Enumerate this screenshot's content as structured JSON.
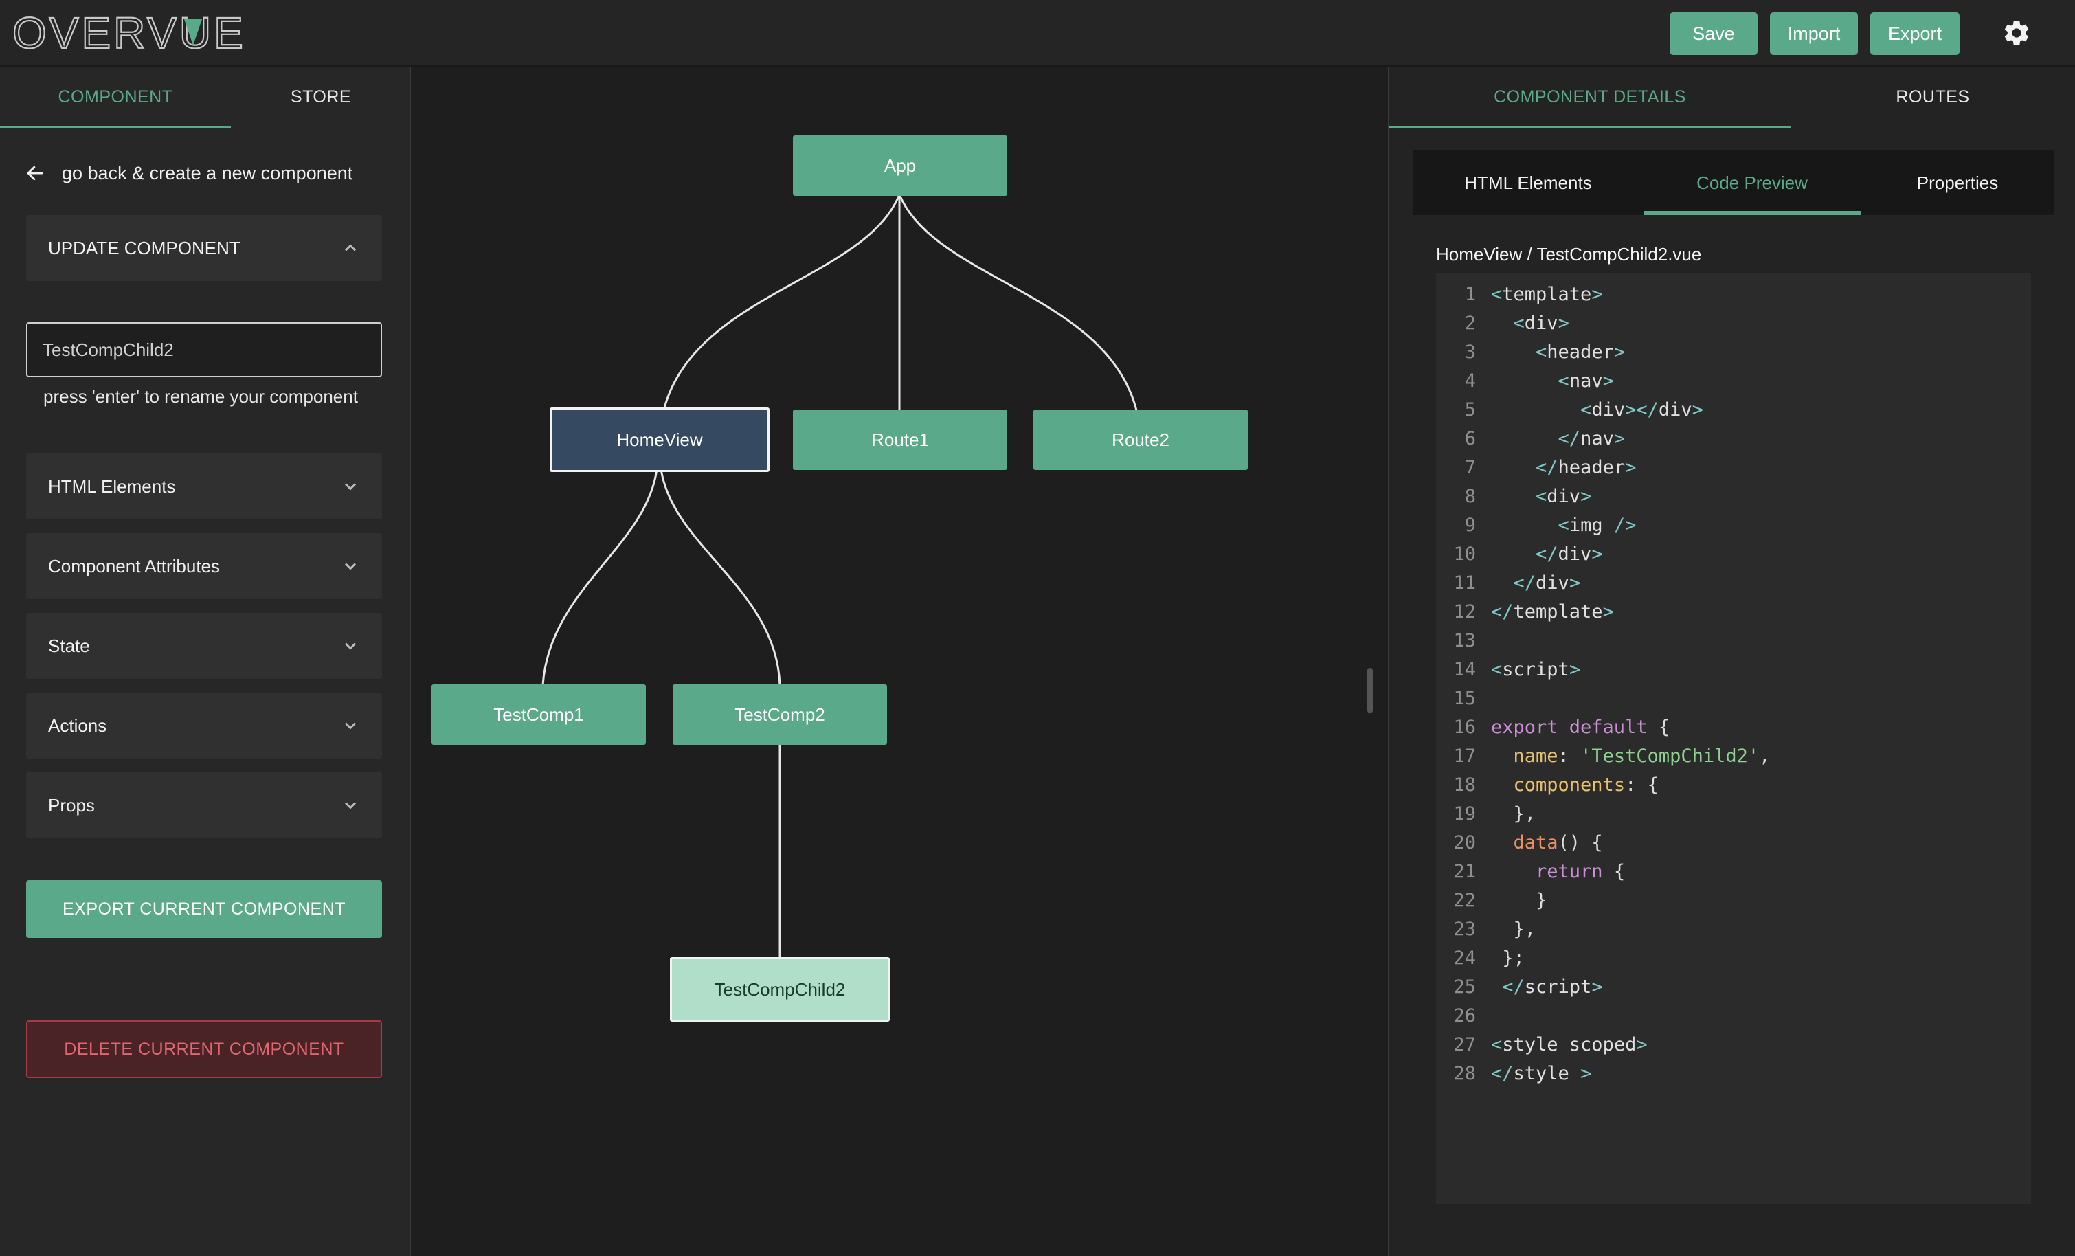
{
  "app": {
    "logo_text": "OVERVUE"
  },
  "toolbar": {
    "save": "Save",
    "import": "Import",
    "export": "Export",
    "settings_icon": "gear-icon"
  },
  "left": {
    "tabs": [
      "COMPONENT",
      "STORE"
    ],
    "active_tab": "COMPONENT",
    "back_label": "go back & create a new component",
    "update_header": "UPDATE COMPONENT",
    "name_value": "TestCompChild2",
    "hint": "press 'enter' to rename your component",
    "sections": [
      "HTML Elements",
      "Component Attributes",
      "State",
      "Actions",
      "Props"
    ],
    "export_button": "EXPORT CURRENT COMPONENT",
    "delete_button": "DELETE CURRENT COMPONENT"
  },
  "tree": {
    "nodes": {
      "app": "App",
      "homeview": "HomeView",
      "route1": "Route1",
      "route2": "Route2",
      "testcomp1": "TestComp1",
      "testcomp2": "TestComp2",
      "testcompchild2": "TestCompChild2"
    },
    "selected_route": "HomeView",
    "active_component": "TestCompChild2"
  },
  "right": {
    "tabs": [
      "COMPONENT DETAILS",
      "ROUTES"
    ],
    "active_tab": "COMPONENT DETAILS",
    "subtabs": [
      "HTML Elements",
      "Code Preview",
      "Properties"
    ],
    "active_subtab": "Code Preview",
    "file_path": "HomeView / TestCompChild2.vue",
    "code_lines": [
      [
        [
          "punc",
          "<"
        ],
        [
          "tag",
          "template"
        ],
        [
          "punc",
          ">"
        ]
      ],
      [
        [
          "plain",
          "  "
        ],
        [
          "punc",
          "<"
        ],
        [
          "tag",
          "div"
        ],
        [
          "punc",
          ">"
        ]
      ],
      [
        [
          "plain",
          "    "
        ],
        [
          "punc",
          "<"
        ],
        [
          "tag",
          "header"
        ],
        [
          "punc",
          ">"
        ]
      ],
      [
        [
          "plain",
          "      "
        ],
        [
          "punc",
          "<"
        ],
        [
          "tag",
          "nav"
        ],
        [
          "punc",
          ">"
        ]
      ],
      [
        [
          "plain",
          "        "
        ],
        [
          "punc",
          "<"
        ],
        [
          "tag",
          "div"
        ],
        [
          "punc",
          "></"
        ],
        [
          "tag",
          "div"
        ],
        [
          "punc",
          ">"
        ]
      ],
      [
        [
          "plain",
          "      "
        ],
        [
          "punc",
          "</"
        ],
        [
          "tag",
          "nav"
        ],
        [
          "punc",
          ">"
        ]
      ],
      [
        [
          "plain",
          "    "
        ],
        [
          "punc",
          "</"
        ],
        [
          "tag",
          "header"
        ],
        [
          "punc",
          ">"
        ]
      ],
      [
        [
          "plain",
          "    "
        ],
        [
          "punc",
          "<"
        ],
        [
          "tag",
          "div"
        ],
        [
          "punc",
          ">"
        ]
      ],
      [
        [
          "plain",
          "      "
        ],
        [
          "punc",
          "<"
        ],
        [
          "tag",
          "img "
        ],
        [
          "punc",
          "/>"
        ]
      ],
      [
        [
          "plain",
          "    "
        ],
        [
          "punc",
          "</"
        ],
        [
          "tag",
          "div"
        ],
        [
          "punc",
          ">"
        ]
      ],
      [
        [
          "plain",
          "  "
        ],
        [
          "punc",
          "</"
        ],
        [
          "tag",
          "div"
        ],
        [
          "punc",
          ">"
        ]
      ],
      [
        [
          "punc",
          "</"
        ],
        [
          "tag",
          "template"
        ],
        [
          "punc",
          ">"
        ]
      ],
      [],
      [
        [
          "punc",
          "<"
        ],
        [
          "tag",
          "script"
        ],
        [
          "punc",
          ">"
        ]
      ],
      [],
      [
        [
          "kw",
          "export default "
        ],
        [
          "plain",
          "{"
        ]
      ],
      [
        [
          "plain",
          "  "
        ],
        [
          "prop",
          "name"
        ],
        [
          "plain",
          ": "
        ],
        [
          "str",
          "'TestCompChild2'"
        ],
        [
          "plain",
          ","
        ]
      ],
      [
        [
          "plain",
          "  "
        ],
        [
          "prop",
          "components"
        ],
        [
          "plain",
          ": {"
        ]
      ],
      [
        [
          "plain",
          "  },"
        ]
      ],
      [
        [
          "plain",
          "  "
        ],
        [
          "fn",
          "data"
        ],
        [
          "plain",
          "() {"
        ]
      ],
      [
        [
          "plain",
          "    "
        ],
        [
          "kw",
          "return"
        ],
        [
          "plain",
          " {"
        ]
      ],
      [
        [
          "plain",
          "    }"
        ]
      ],
      [
        [
          "plain",
          "  },"
        ]
      ],
      [
        [
          "plain",
          " };"
        ]
      ],
      [
        [
          "plain",
          " "
        ],
        [
          "punc",
          "</"
        ],
        [
          "tag",
          "script"
        ],
        [
          "punc",
          ">"
        ]
      ],
      [],
      [
        [
          "punc",
          "<"
        ],
        [
          "tag",
          "style scoped"
        ],
        [
          "punc",
          ">"
        ]
      ],
      [
        [
          "punc",
          "</"
        ],
        [
          "tag",
          "style "
        ],
        [
          "punc",
          ">"
        ]
      ]
    ]
  },
  "colors": {
    "accent": "#5aa98a",
    "selected_node": "#354960",
    "active_node": "#b0dec9",
    "danger": "#e2666f"
  }
}
